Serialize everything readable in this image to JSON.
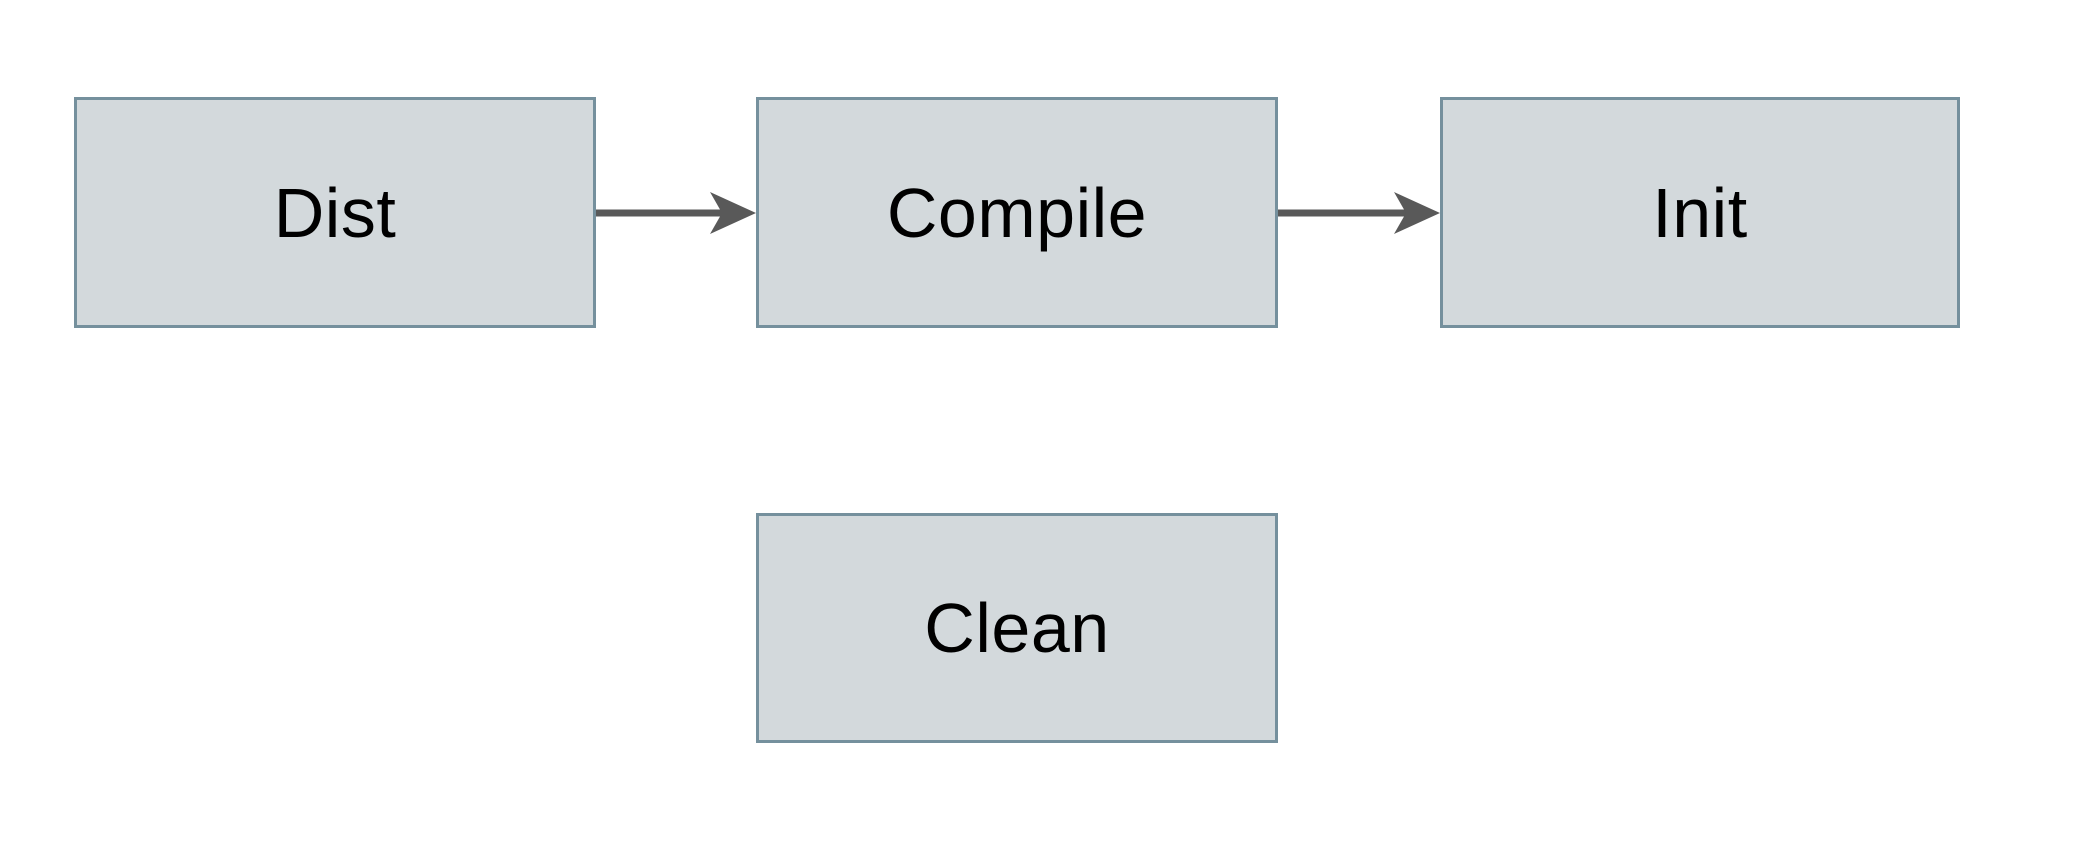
{
  "diagram": {
    "title": "build-targets-flowchart",
    "nodes": [
      {
        "id": "dist",
        "label": "Dist"
      },
      {
        "id": "compile",
        "label": "Compile"
      },
      {
        "id": "init",
        "label": "Init"
      },
      {
        "id": "clean",
        "label": "Clean"
      }
    ],
    "edges": [
      {
        "from": "dist",
        "to": "compile",
        "direction": "right"
      },
      {
        "from": "compile",
        "to": "init",
        "direction": "right"
      }
    ],
    "colors": {
      "background": "#ffffff",
      "node_fill": "#d3d9dc",
      "node_border": "#75909d",
      "arrow": "#595959",
      "text": "#000000"
    }
  }
}
